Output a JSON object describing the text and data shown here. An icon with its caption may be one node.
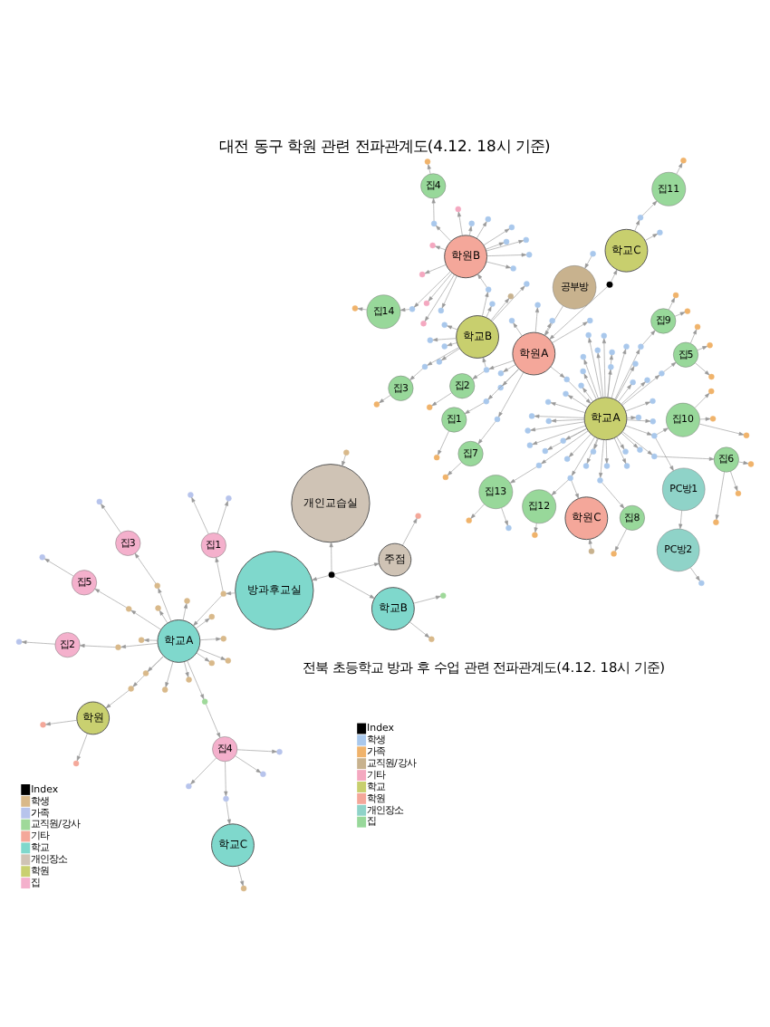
{
  "diagram": {
    "title": "대전 동구 학원 관련 전파관계도(4.12. 18시 기준)",
    "nodes": [
      {
        "text": [
          "학교A"
        ]
      },
      {
        "text": [
          "PC방1"
        ]
      },
      {
        "text": [
          "PC방2"
        ]
      },
      {
        "text": [
          "집10"
        ]
      },
      {
        "text": [
          "집9"
        ]
      },
      {
        "text": [
          "집12"
        ]
      },
      {
        "text": [
          "학원C"
        ]
      },
      {
        "text": [
          "집5"
        ]
      },
      {
        "text": [
          "집13"
        ]
      },
      {
        "text": [
          "집6"
        ]
      },
      {
        "text": [
          "집8"
        ]
      },
      {
        "text": [
          "공부방"
        ]
      },
      {
        "text": [
          "학원A"
        ]
      },
      {
        "text": [
          "학교C"
        ]
      },
      {
        "text": [
          "집11"
        ]
      },
      {
        "text": [
          "집7"
        ]
      },
      {
        "text": [
          "집2"
        ]
      },
      {
        "text": [
          "집1"
        ]
      },
      {
        "text": [
          "학교B"
        ]
      },
      {
        "text": [
          "집3"
        ]
      },
      {
        "text": [
          "학원B"
        ]
      },
      {
        "text": [
          "집4"
        ]
      },
      {
        "text": [
          "집14"
        ]
      },
      {
        "text": [],
        "shape": "circle"
      },
      {
        "text": [],
        "shape": "circle"
      },
      {
        "text": [],
        "shape": "circle"
      },
      {
        "text": [],
        "shape": "circle"
      },
      {
        "text": [],
        "shape": "circle"
      },
      {
        "text": [],
        "shape": "circle"
      },
      {
        "text": [],
        "shape": "circle"
      },
      {
        "text": [],
        "shape": "circle"
      },
      {
        "text": [],
        "shape": "circle"
      },
      {
        "text": [],
        "shape": "circle"
      },
      {
        "text": [],
        "shape": "circle"
      },
      {
        "text": [],
        "shape": "circle"
      },
      {
        "text": [],
        "shape": "circle"
      },
      {
        "text": [],
        "shape": "circle"
      },
      {
        "text": [],
        "shape": "circle"
      },
      {
        "text": [],
        "shape": "circle"
      },
      {
        "text": [],
        "shape": "circle"
      },
      {
        "text": [],
        "shape": "circle"
      },
      {
        "text": [],
        "shape": "circle"
      },
      {
        "text": [],
        "shape": "circle"
      },
      {
        "text": [],
        "shape": "circle"
      },
      {
        "text": [],
        "shape": "circle"
      },
      {
        "text": [],
        "shape": "circle"
      },
      {
        "text": [],
        "shape": "circle"
      },
      {
        "text": [],
        "shape": "circle"
      },
      {
        "text": [],
        "shape": "circle"
      },
      {
        "text": [],
        "shape": "circle"
      },
      {
        "text": [],
        "shape": "circle"
      },
      {
        "text": [],
        "shape": "circle"
      },
      {
        "text": [],
        "shape": "circle"
      },
      {
        "text": [],
        "shape": "circle"
      },
      {
        "text": [],
        "shape": "circle"
      },
      {
        "text": [],
        "shape": "circle"
      },
      {
        "text": [],
        "shape": "circle"
      },
      {
        "text": [],
        "shape": "circle"
      },
      {
        "text": [],
        "shape": "circle"
      },
      {
        "text": [],
        "shape": "circle"
      },
      {
        "text": [],
        "shape": "circle"
      },
      {
        "text": [],
        "shape": "circle"
      },
      {
        "text": [],
        "shape": "circle"
      },
      {
        "text": [],
        "shape": "circle"
      },
      {
        "text": [],
        "shape": "circle"
      },
      {
        "text": [],
        "shape": "circle"
      },
      {
        "text": [],
        "shape": "circle"
      },
      {
        "text": [],
        "shape": "circle"
      },
      {
        "text": [],
        "shape": "circle"
      },
      {
        "text": [],
        "shape": "circle"
      },
      {
        "text": [],
        "shape": "circle"
      },
      {
        "text": [],
        "shape": "circle"
      },
      {
        "text": [],
        "shape": "circle"
      },
      {
        "text": [],
        "shape": "circle"
      },
      {
        "text": [],
        "shape": "circle"
      },
      {
        "text": [],
        "shape": "circle"
      },
      {
        "text": [],
        "shape": "circle"
      },
      {
        "text": [],
        "shape": "circle"
      },
      {
        "text": [],
        "shape": "circle"
      },
      {
        "text": [],
        "shape": "circle"
      },
      {
        "text": [],
        "shape": "circle"
      },
      {
        "text": [],
        "shape": "circle"
      },
      {
        "text": [],
        "shape": "circle"
      },
      {
        "text": [],
        "shape": "circle"
      },
      {
        "text": [],
        "shape": "circle"
      },
      {
        "text": [],
        "shape": "circle"
      },
      {
        "text": [],
        "shape": "circle"
      },
      {
        "text": [],
        "shape": "circle"
      },
      {
        "text": [],
        "shape": "circle"
      },
      {
        "text": [],
        "shape": "circle"
      },
      {
        "text": [],
        "shape": "circle"
      },
      {
        "text": [],
        "shape": "circle"
      },
      {
        "text": [],
        "shape": "circle"
      },
      {
        "text": [],
        "shape": "circle"
      },
      {
        "text": [],
        "shape": "circle"
      },
      {
        "text": [],
        "shape": "circle"
      },
      {
        "text": [],
        "shape": "circle"
      },
      {
        "text": [],
        "shape": "circle"
      },
      {
        "text": [],
        "shape": "circle"
      },
      {
        "text": [],
        "shape": "circle"
      },
      {
        "text": [],
        "shape": "circle"
      },
      {
        "text": [],
        "shape": "circle"
      },
      {
        "text": [],
        "shape": "circle"
      },
      {
        "text": [],
        "shape": "circle"
      },
      {
        "text": [],
        "shape": "circle"
      },
      {
        "text": [],
        "shape": "circle"
      },
      {
        "text": [],
        "shape": "circle"
      },
      {
        "text": [],
        "shape": "circle"
      },
      {
        "text": [],
        "shape": "circle"
      },
      {
        "text": [],
        "shape": "circle"
      },
      {
        "text": [],
        "shape": "circle"
      },
      {
        "text": [],
        "shape": "circle"
      },
      {
        "text": [],
        "shape": "circle"
      },
      {
        "text": [],
        "shape": "circle"
      },
      {
        "text": [],
        "shape": "circle"
      },
      {
        "text": [],
        "shape": "circle"
      },
      {
        "text": [],
        "shape": "circle"
      },
      {
        "text": [],
        "shape": "circle"
      },
      {
        "text": [],
        "shape": "circle"
      },
      {
        "text": [],
        "shape": "circle"
      },
      {
        "text": [],
        "shape": "circle"
      },
      {
        "text": [],
        "shape": "circle"
      },
      {
        "text": [
          "개인교습실"
        ]
      },
      {
        "text": [
          "주점"
        ]
      },
      {
        "text": [
          "방과후교실"
        ]
      },
      {
        "text": [
          "학교B"
        ]
      },
      {
        "text": [
          "집1"
        ]
      },
      {
        "text": [
          "학교A"
        ]
      },
      {
        "text": [
          "집2"
        ]
      },
      {
        "text": [
          "집3"
        ]
      },
      {
        "text": [
          "집4"
        ]
      },
      {
        "text": [
          "학교C"
        ]
      },
      {
        "text": [
          "학원"
        ]
      },
      {
        "text": [
          "집5"
        ]
      },
      {
        "text": [],
        "shape": "circle"
      },
      {
        "text": [],
        "shape": "circle"
      },
      {
        "text": [],
        "shape": "circle"
      },
      {
        "text": [],
        "shape": "circle"
      },
      {
        "text": [],
        "shape": "circle"
      },
      {
        "text": [],
        "shape": "circle"
      },
      {
        "text": [],
        "shape": "circle"
      },
      {
        "text": [],
        "shape": "circle"
      },
      {
        "text": [],
        "shape": "circle"
      },
      {
        "text": [],
        "shape": "circle"
      },
      {
        "text": [],
        "shape": "circle"
      },
      {
        "text": [],
        "shape": "circle"
      },
      {
        "text": [],
        "shape": "circle"
      },
      {
        "text": [],
        "shape": "circle"
      },
      {
        "text": [],
        "shape": "circle"
      },
      {
        "text": [],
        "shape": "circle"
      },
      {
        "text": [],
        "shape": "circle"
      },
      {
        "text": [],
        "shape": "circle"
      },
      {
        "text": [],
        "shape": "circle"
      },
      {
        "text": [],
        "shape": "circle"
      },
      {
        "text": [],
        "shape": "circle"
      },
      {
        "text": [],
        "shape": "circle"
      },
      {
        "text": [],
        "shape": "circle"
      },
      {
        "text": [],
        "shape": "circle"
      },
      {
        "text": [],
        "shape": "circle"
      },
      {
        "text": [],
        "shape": "circle"
      },
      {
        "text": [],
        "shape": "circle"
      },
      {
        "text": [],
        "shape": "circle"
      },
      {
        "text": [],
        "shape": "circle"
      },
      {
        "text": [],
        "shape": "circle"
      },
      {
        "text": [],
        "shape": "circle"
      },
      {
        "text": [],
        "shape": "circle"
      },
      {
        "text": [],
        "shape": "circle"
      }
    ],
    "edges": [
      {
        "from": 0,
        "to": 24,
        "arrow": "to"
      },
      {
        "from": 24,
        "to": 1,
        "arrow": "to"
      },
      {
        "from": 1,
        "to": 2,
        "arrow": "to"
      },
      {
        "from": 2,
        "to": 25,
        "arrow": "to"
      },
      {
        "from": 24,
        "to": 3,
        "arrow": "to"
      },
      {
        "from": 3,
        "to": 26,
        "arrow": "to"
      },
      {
        "from": 3,
        "to": 27,
        "arrow": "to"
      },
      {
        "from": 3,
        "to": 28,
        "arrow": "to"
      },
      {
        "from": 0,
        "to": 29,
        "arrow": "to"
      },
      {
        "from": 29,
        "to": 4,
        "arrow": "to"
      },
      {
        "from": 4,
        "to": 30,
        "arrow": "to"
      },
      {
        "from": 4,
        "to": 31,
        "arrow": "to"
      },
      {
        "from": 0,
        "to": 32,
        "arrow": "to"
      },
      {
        "from": 32,
        "to": 6,
        "arrow": "to"
      },
      {
        "from": 32,
        "to": 5,
        "arrow": "to"
      },
      {
        "from": 5,
        "to": 33,
        "arrow": "to"
      },
      {
        "from": 34,
        "to": 6,
        "arrow": "to"
      },
      {
        "from": 0,
        "to": 35,
        "arrow": "to"
      },
      {
        "from": 35,
        "to": 7,
        "arrow": "to"
      },
      {
        "from": 7,
        "to": 36,
        "arrow": "to"
      },
      {
        "from": 7,
        "to": 37,
        "arrow": "to"
      },
      {
        "from": 7,
        "to": 38,
        "arrow": "to"
      },
      {
        "from": 0,
        "to": 39,
        "arrow": "to"
      },
      {
        "from": 39,
        "to": 8,
        "arrow": "to"
      },
      {
        "from": 8,
        "to": 40,
        "arrow": "to"
      },
      {
        "from": 8,
        "to": 41,
        "arrow": "to"
      },
      {
        "from": 0,
        "to": 42,
        "arrow": "to"
      },
      {
        "from": 42,
        "to": 9,
        "arrow": "to"
      },
      {
        "from": 9,
        "to": 43,
        "arrow": "to"
      },
      {
        "from": 9,
        "to": 44,
        "arrow": "to"
      },
      {
        "from": 9,
        "to": 45,
        "arrow": "to"
      },
      {
        "from": 0,
        "to": 46,
        "arrow": "to"
      },
      {
        "from": 46,
        "to": 10,
        "arrow": "to"
      },
      {
        "from": 10,
        "to": 47,
        "arrow": "to"
      },
      {
        "from": 0,
        "to": 48,
        "arrow": "to"
      },
      {
        "from": 0,
        "to": 49,
        "arrow": "to"
      },
      {
        "from": 0,
        "to": 50,
        "arrow": "to"
      },
      {
        "from": 0,
        "to": 51,
        "arrow": "to"
      },
      {
        "from": 0,
        "to": 52,
        "arrow": "to"
      },
      {
        "from": 0,
        "to": 53,
        "arrow": "to"
      },
      {
        "from": 0,
        "to": 54,
        "arrow": "to"
      },
      {
        "from": 0,
        "to": 55,
        "arrow": "to"
      },
      {
        "from": 0,
        "to": 56,
        "arrow": "to"
      },
      {
        "from": 0,
        "to": 57,
        "arrow": "to"
      },
      {
        "from": 0,
        "to": 58,
        "arrow": "to"
      },
      {
        "from": 0,
        "to": 59,
        "arrow": "to"
      },
      {
        "from": 0,
        "to": 60,
        "arrow": "to"
      },
      {
        "from": 0,
        "to": 61,
        "arrow": "to"
      },
      {
        "from": 0,
        "to": 62,
        "arrow": "to"
      },
      {
        "from": 0,
        "to": 63,
        "arrow": "to"
      },
      {
        "from": 0,
        "to": 64,
        "arrow": "to"
      },
      {
        "from": 0,
        "to": 65,
        "arrow": "to"
      },
      {
        "from": 0,
        "to": 66,
        "arrow": "to"
      },
      {
        "from": 0,
        "to": 67,
        "arrow": "to"
      },
      {
        "from": 0,
        "to": 68,
        "arrow": "to"
      },
      {
        "from": 0,
        "to": 69,
        "arrow": "to"
      },
      {
        "from": 0,
        "to": 70,
        "arrow": "to"
      },
      {
        "from": 0,
        "to": 71,
        "arrow": "to"
      },
      {
        "from": 0,
        "to": 72,
        "arrow": "to"
      },
      {
        "from": 0,
        "to": 73,
        "arrow": "to"
      },
      {
        "from": 0,
        "to": 74,
        "arrow": "to"
      },
      {
        "from": 0,
        "to": 75,
        "arrow": "to"
      },
      {
        "from": 0,
        "to": 76,
        "arrow": "to"
      },
      {
        "from": 0,
        "to": 77,
        "arrow": "to"
      },
      {
        "from": 12,
        "to": 78,
        "arrow": "to"
      },
      {
        "from": 78,
        "to": 0,
        "arrow": "to"
      },
      {
        "from": 11,
        "to": 12,
        "arrow": "to"
      },
      {
        "from": 79,
        "to": 11,
        "arrow": "to"
      },
      {
        "from": 23,
        "to": 13,
        "arrow": "to"
      },
      {
        "from": 23,
        "to": 12,
        "arrow": "to"
      },
      {
        "from": 12,
        "to": 80,
        "arrow": "to"
      },
      {
        "from": 80,
        "to": 15,
        "arrow": "to"
      },
      {
        "from": 15,
        "to": 81,
        "arrow": "to"
      },
      {
        "from": 12,
        "to": 82,
        "arrow": "to"
      },
      {
        "from": 12,
        "to": 83,
        "arrow": "to"
      },
      {
        "from": 12,
        "to": 84,
        "arrow": "to"
      },
      {
        "from": 12,
        "to": 85,
        "arrow": "to"
      },
      {
        "from": 12,
        "to": 86,
        "arrow": "to"
      },
      {
        "from": 12,
        "to": 87,
        "arrow": "to"
      },
      {
        "from": 12,
        "to": 88,
        "arrow": "to"
      },
      {
        "from": 88,
        "to": 17,
        "arrow": "to"
      },
      {
        "from": 17,
        "to": 89,
        "arrow": "to"
      },
      {
        "from": 12,
        "to": 90,
        "arrow": "to"
      },
      {
        "from": 90,
        "to": 18,
        "arrow": "to"
      },
      {
        "from": 90,
        "to": 16,
        "arrow": "to"
      },
      {
        "from": 16,
        "to": 91,
        "arrow": "to"
      },
      {
        "from": 13,
        "to": 92,
        "arrow": "to"
      },
      {
        "from": 13,
        "to": 93,
        "arrow": "to"
      },
      {
        "from": 93,
        "to": 14,
        "arrow": "to"
      },
      {
        "from": 14,
        "to": 94,
        "arrow": "to"
      },
      {
        "from": 18,
        "to": 95,
        "arrow": "to"
      },
      {
        "from": 18,
        "to": 96,
        "arrow": "to"
      },
      {
        "from": 18,
        "to": 97,
        "arrow": "to"
      },
      {
        "from": 18,
        "to": 98,
        "arrow": "to"
      },
      {
        "from": 18,
        "to": 99,
        "arrow": "to"
      },
      {
        "from": 18,
        "to": 100,
        "arrow": "to"
      },
      {
        "from": 18,
        "to": 101,
        "arrow": "to"
      },
      {
        "from": 18,
        "to": 102,
        "arrow": "to"
      },
      {
        "from": 102,
        "to": 19,
        "arrow": "to"
      },
      {
        "from": 19,
        "to": 103,
        "arrow": "to"
      },
      {
        "from": 18,
        "to": 104,
        "arrow": "to"
      },
      {
        "from": 104,
        "to": 20,
        "arrow": "to"
      },
      {
        "from": 20,
        "to": 105,
        "arrow": "to"
      },
      {
        "from": 20,
        "to": 106,
        "arrow": "to"
      },
      {
        "from": 20,
        "to": 107,
        "arrow": "to"
      },
      {
        "from": 20,
        "to": 108,
        "arrow": "to"
      },
      {
        "from": 20,
        "to": 109,
        "arrow": "to"
      },
      {
        "from": 20,
        "to": 110,
        "arrow": "to"
      },
      {
        "from": 20,
        "to": 111,
        "arrow": "to"
      },
      {
        "from": 20,
        "to": 112,
        "arrow": "to"
      },
      {
        "from": 20,
        "to": 113,
        "arrow": "to"
      },
      {
        "from": 20,
        "to": 114,
        "arrow": "to"
      },
      {
        "from": 20,
        "to": 115,
        "arrow": "to"
      },
      {
        "from": 20,
        "to": 116,
        "arrow": "to"
      },
      {
        "from": 20,
        "to": 117,
        "arrow": "to"
      },
      {
        "from": 20,
        "to": 118,
        "arrow": "to"
      },
      {
        "from": 118,
        "to": 21,
        "arrow": "to"
      },
      {
        "from": 21,
        "to": 119,
        "arrow": "to"
      },
      {
        "from": 20,
        "to": 120,
        "arrow": "to"
      },
      {
        "from": 120,
        "to": 22,
        "arrow": "to"
      },
      {
        "from": 22,
        "to": 121,
        "arrow": "to"
      },
      {
        "from": 134,
        "to": 123,
        "arrow": "to"
      },
      {
        "from": 134,
        "to": 122,
        "arrow": "to"
      },
      {
        "from": 134,
        "to": 124,
        "arrow": "to"
      },
      {
        "from": 134,
        "to": 125,
        "arrow": "to"
      },
      {
        "from": 123,
        "to": 135,
        "arrow": "to"
      },
      {
        "from": 136,
        "to": 122,
        "arrow": "to"
      },
      {
        "from": 125,
        "to": 137,
        "arrow": "to"
      },
      {
        "from": 125,
        "to": 138,
        "arrow": "to"
      },
      {
        "from": 124,
        "to": 139,
        "arrow": "to"
      },
      {
        "from": 139,
        "to": 127,
        "arrow": "to"
      },
      {
        "from": 139,
        "to": 126,
        "arrow": "to"
      },
      {
        "from": 126,
        "to": 140,
        "arrow": "to"
      },
      {
        "from": 126,
        "to": 141,
        "arrow": "to"
      },
      {
        "from": 127,
        "to": 142,
        "arrow": "to"
      },
      {
        "from": 142,
        "to": 128,
        "arrow": "to"
      },
      {
        "from": 128,
        "to": 143,
        "arrow": "to"
      },
      {
        "from": 127,
        "to": 144,
        "arrow": "to"
      },
      {
        "from": 144,
        "to": 129,
        "arrow": "to"
      },
      {
        "from": 129,
        "to": 145,
        "arrow": "to"
      },
      {
        "from": 127,
        "to": 146,
        "arrow": "to"
      },
      {
        "from": 146,
        "to": 130,
        "arrow": "to"
      },
      {
        "from": 130,
        "to": 147,
        "arrow": "to"
      },
      {
        "from": 130,
        "to": 148,
        "arrow": "to"
      },
      {
        "from": 130,
        "to": 149,
        "arrow": "to"
      },
      {
        "from": 130,
        "to": 150,
        "arrow": "to"
      },
      {
        "from": 150,
        "to": 131,
        "arrow": "to"
      },
      {
        "from": 131,
        "to": 151,
        "arrow": "to"
      },
      {
        "from": 127,
        "to": 152,
        "arrow": "to"
      },
      {
        "from": 152,
        "to": 132,
        "arrow": "to"
      },
      {
        "from": 132,
        "to": 153,
        "arrow": "to"
      },
      {
        "from": 132,
        "to": 154,
        "arrow": "to"
      },
      {
        "from": 127,
        "to": 155,
        "arrow": "to"
      },
      {
        "from": 155,
        "to": 133,
        "arrow": "to"
      },
      {
        "from": 133,
        "to": 156,
        "arrow": "to"
      },
      {
        "from": 127,
        "to": 157,
        "arrow": "to"
      },
      {
        "from": 127,
        "to": 158,
        "arrow": "to"
      },
      {
        "from": 127,
        "to": 159,
        "arrow": "to"
      },
      {
        "from": 127,
        "to": 160,
        "arrow": "to"
      },
      {
        "from": 127,
        "to": 161,
        "arrow": "to"
      },
      {
        "from": 127,
        "to": 162,
        "arrow": "to"
      },
      {
        "from": 127,
        "to": 163,
        "arrow": "to"
      },
      {
        "from": 127,
        "to": 164,
        "arrow": "to"
      },
      {
        "from": 127,
        "to": 165,
        "arrow": "to"
      },
      {
        "from": 127,
        "to": 166,
        "arrow": "to"
      }
    ],
    "labels": [
      "전북 초등학교 방과 후 수업 관련 전파관계도(4.12. 18시 기준)"
    ],
    "legend": [
      {
        "text": "Index",
        "color": "#000000"
      },
      {
        "text": "학생",
        "color": "#a9c8ec"
      },
      {
        "text": "가족",
        "color": "#f0b36b"
      },
      {
        "text": "교직원/강사",
        "color": "#c8b28e"
      },
      {
        "text": "기타",
        "color": "#f4a8c0"
      },
      {
        "text": "학교",
        "color": "#c8cf6e"
      },
      {
        "text": "학원",
        "color": "#f4a79a"
      },
      {
        "text": "개인장소",
        "color": "#8fd3c8"
      },
      {
        "text": "집",
        "color": "#98d89a"
      },
      {
        "text": "Index",
        "color": "#000000"
      },
      {
        "text": "학생",
        "color": "#d9b98a"
      },
      {
        "text": "가족",
        "color": "#b7c4ec"
      },
      {
        "text": "교직원/강사",
        "color": "#9fd99a"
      },
      {
        "text": "기타",
        "color": "#f4a89a"
      },
      {
        "text": "학교",
        "color": "#7fd8cc"
      },
      {
        "text": "개인장소",
        "color": "#cfc3b5"
      },
      {
        "text": "학원",
        "color": "#c9d070"
      },
      {
        "text": "집",
        "color": "#f4b0cc"
      }
    ]
  }
}
